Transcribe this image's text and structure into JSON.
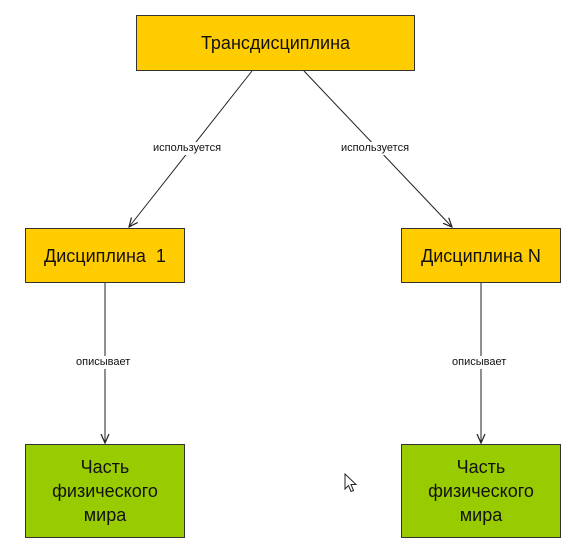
{
  "colors": {
    "top_node_fill": "#ffcc00",
    "discipline_fill": "#ffcc00",
    "world_part_fill": "#99cc00",
    "border": "#333333",
    "edge": "#222222"
  },
  "nodes": {
    "root": {
      "label": "Трансдисциплина"
    },
    "discipline_1": {
      "label": "Дисциплина  1"
    },
    "discipline_n": {
      "label": "Дисциплина N"
    },
    "world_part_1": {
      "lines": [
        "Часть",
        "физического",
        "мира"
      ]
    },
    "world_part_n": {
      "lines": [
        "Часть",
        "физического",
        "мира"
      ]
    }
  },
  "edges": [
    {
      "from": "root",
      "to": "discipline_1",
      "label": "используется"
    },
    {
      "from": "root",
      "to": "discipline_n",
      "label": "используется"
    },
    {
      "from": "discipline_1",
      "to": "world_part_1",
      "label": "описывает"
    },
    {
      "from": "discipline_n",
      "to": "world_part_n",
      "label": "описывает"
    }
  ],
  "cursor_icon": "mouse-pointer-icon"
}
